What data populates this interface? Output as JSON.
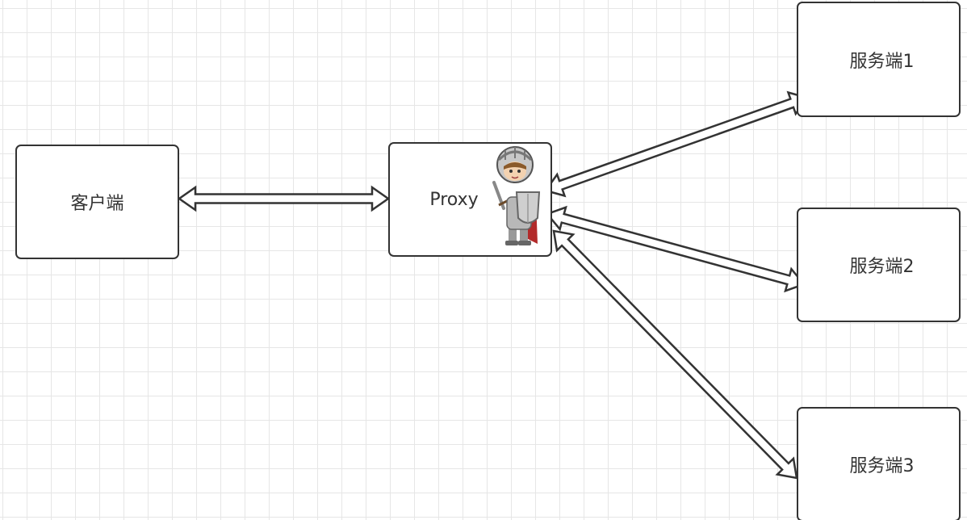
{
  "diagram": {
    "nodes": {
      "client": {
        "label": "客户端"
      },
      "proxy": {
        "label": "Proxy"
      },
      "server1": {
        "label": "服务端1"
      },
      "server2": {
        "label": "服务端2"
      },
      "server3": {
        "label": "服务端3"
      }
    },
    "edges": [
      {
        "from": "client",
        "to": "proxy",
        "direction": "bidirectional"
      },
      {
        "from": "proxy",
        "to": "server1",
        "direction": "bidirectional"
      },
      {
        "from": "proxy",
        "to": "server2",
        "direction": "bidirectional"
      },
      {
        "from": "proxy",
        "to": "server3",
        "direction": "bidirectional"
      }
    ],
    "proxy_icon": "knight-mascot-icon"
  },
  "colors": {
    "stroke": "#333333",
    "grid": "#e6e6e6",
    "background": "#ffffff"
  }
}
